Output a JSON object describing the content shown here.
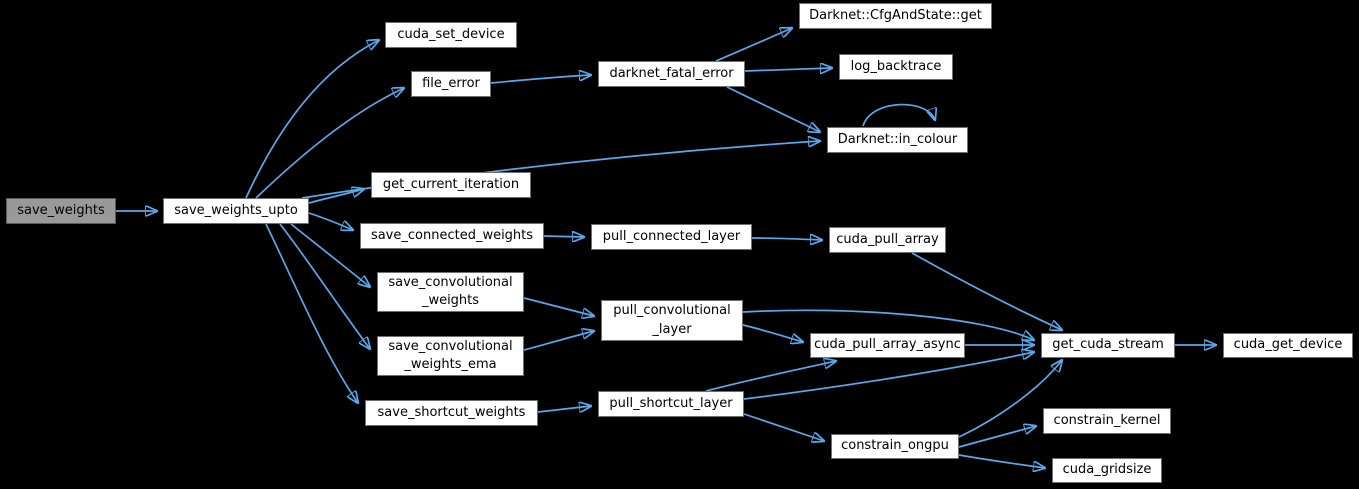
{
  "diagram": {
    "type": "call-graph",
    "background_color": "#000000",
    "edge_color": "#58a9ec",
    "node_fill_color": "#ffffff",
    "node_border_color": "#6f6f6f",
    "highlighted_node_fill_color": "#999999",
    "nodes": [
      {
        "id": "save_weights",
        "label": "save_weights",
        "highlighted": true
      },
      {
        "id": "save_weights_upto",
        "label": "save_weights_upto"
      },
      {
        "id": "cuda_set_device",
        "label": "cuda_set_device"
      },
      {
        "id": "file_error",
        "label": "file_error"
      },
      {
        "id": "darknet_fatal_error",
        "label": "darknet_fatal_error"
      },
      {
        "id": "darknet_cfgandstate_get",
        "label": "Darknet::CfgAndState::get"
      },
      {
        "id": "log_backtrace",
        "label": "log_backtrace"
      },
      {
        "id": "darknet_in_colour",
        "label": "Darknet::in_colour"
      },
      {
        "id": "get_current_iteration",
        "label": "get_current_iteration"
      },
      {
        "id": "save_connected_weights",
        "label": "save_connected_weights"
      },
      {
        "id": "pull_connected_layer",
        "label": "pull_connected_layer"
      },
      {
        "id": "cuda_pull_array",
        "label": "cuda_pull_array"
      },
      {
        "id": "save_convolutional_weights",
        "label": "save_convolutional\n_weights"
      },
      {
        "id": "pull_convolutional_layer",
        "label": "pull_convolutional\n_layer"
      },
      {
        "id": "save_convolutional_weights_ema",
        "label": "save_convolutional\n_weights_ema"
      },
      {
        "id": "cuda_pull_array_async",
        "label": "cuda_pull_array_async"
      },
      {
        "id": "get_cuda_stream",
        "label": "get_cuda_stream"
      },
      {
        "id": "cuda_get_device",
        "label": "cuda_get_device"
      },
      {
        "id": "save_shortcut_weights",
        "label": "save_shortcut_weights"
      },
      {
        "id": "pull_shortcut_layer",
        "label": "pull_shortcut_layer"
      },
      {
        "id": "constrain_ongpu",
        "label": "constrain_ongpu"
      },
      {
        "id": "constrain_kernel",
        "label": "constrain_kernel"
      },
      {
        "id": "cuda_gridsize",
        "label": "cuda_gridsize"
      }
    ],
    "edges": [
      {
        "from": "save_weights",
        "to": "save_weights_upto"
      },
      {
        "from": "save_weights_upto",
        "to": "cuda_set_device"
      },
      {
        "from": "save_weights_upto",
        "to": "file_error"
      },
      {
        "from": "save_weights_upto",
        "to": "darknet_in_colour"
      },
      {
        "from": "save_weights_upto",
        "to": "get_current_iteration"
      },
      {
        "from": "save_weights_upto",
        "to": "save_connected_weights"
      },
      {
        "from": "save_weights_upto",
        "to": "save_convolutional_weights"
      },
      {
        "from": "save_weights_upto",
        "to": "save_convolutional_weights_ema"
      },
      {
        "from": "save_weights_upto",
        "to": "save_shortcut_weights"
      },
      {
        "from": "file_error",
        "to": "darknet_fatal_error"
      },
      {
        "from": "darknet_fatal_error",
        "to": "darknet_cfgandstate_get"
      },
      {
        "from": "darknet_fatal_error",
        "to": "log_backtrace"
      },
      {
        "from": "darknet_fatal_error",
        "to": "darknet_in_colour"
      },
      {
        "from": "darknet_in_colour",
        "to": "darknet_in_colour"
      },
      {
        "from": "save_connected_weights",
        "to": "pull_connected_layer"
      },
      {
        "from": "pull_connected_layer",
        "to": "cuda_pull_array"
      },
      {
        "from": "cuda_pull_array",
        "to": "get_cuda_stream"
      },
      {
        "from": "save_convolutional_weights",
        "to": "pull_convolutional_layer"
      },
      {
        "from": "save_convolutional_weights_ema",
        "to": "pull_convolutional_layer"
      },
      {
        "from": "pull_convolutional_layer",
        "to": "cuda_pull_array_async"
      },
      {
        "from": "pull_convolutional_layer",
        "to": "get_cuda_stream"
      },
      {
        "from": "cuda_pull_array_async",
        "to": "get_cuda_stream"
      },
      {
        "from": "get_cuda_stream",
        "to": "cuda_get_device"
      },
      {
        "from": "save_shortcut_weights",
        "to": "pull_shortcut_layer"
      },
      {
        "from": "pull_shortcut_layer",
        "to": "cuda_pull_array_async"
      },
      {
        "from": "pull_shortcut_layer",
        "to": "get_cuda_stream"
      },
      {
        "from": "pull_shortcut_layer",
        "to": "constrain_ongpu"
      },
      {
        "from": "constrain_ongpu",
        "to": "get_cuda_stream"
      },
      {
        "from": "constrain_ongpu",
        "to": "constrain_kernel"
      },
      {
        "from": "constrain_ongpu",
        "to": "cuda_gridsize"
      }
    ]
  }
}
